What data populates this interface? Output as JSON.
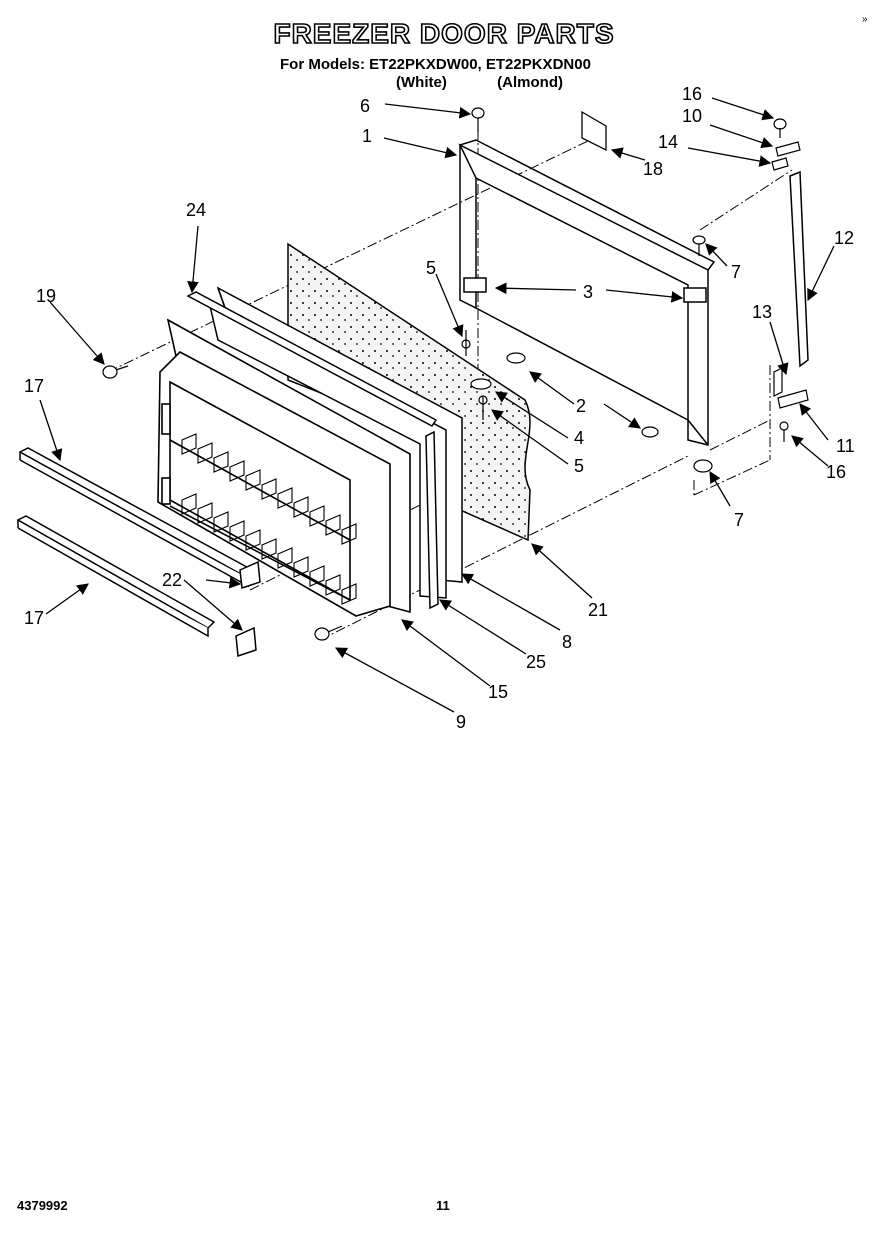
{
  "header": {
    "title": "FREEZER DOOR PARTS",
    "models_line": "For Models: ET22PKXDW00, ET22PKXDN00",
    "variant_white": "(White)",
    "variant_almond": "(Almond)"
  },
  "footer": {
    "doc_number": "4379992",
    "page_number": "11"
  },
  "corner_mark": "»",
  "callouts": {
    "c6": "6",
    "c1": "1",
    "c18": "18",
    "c16a": "16",
    "c10": "10",
    "c14": "14",
    "c12": "12",
    "c7a": "7",
    "c3": "3",
    "c5a": "5",
    "c24": "24",
    "c19": "19",
    "c13": "13",
    "c2": "2",
    "c4": "4",
    "c5b": "5",
    "c11": "11",
    "c16b": "16",
    "c17a": "17",
    "c7b": "7",
    "c21": "21",
    "c22": "22",
    "c17b": "17",
    "c8": "8",
    "c25": "25",
    "c15": "15",
    "c9": "9"
  },
  "colors": {
    "ink": "#000000",
    "paper": "#ffffff",
    "foam_fill": "#f3f3f3"
  }
}
